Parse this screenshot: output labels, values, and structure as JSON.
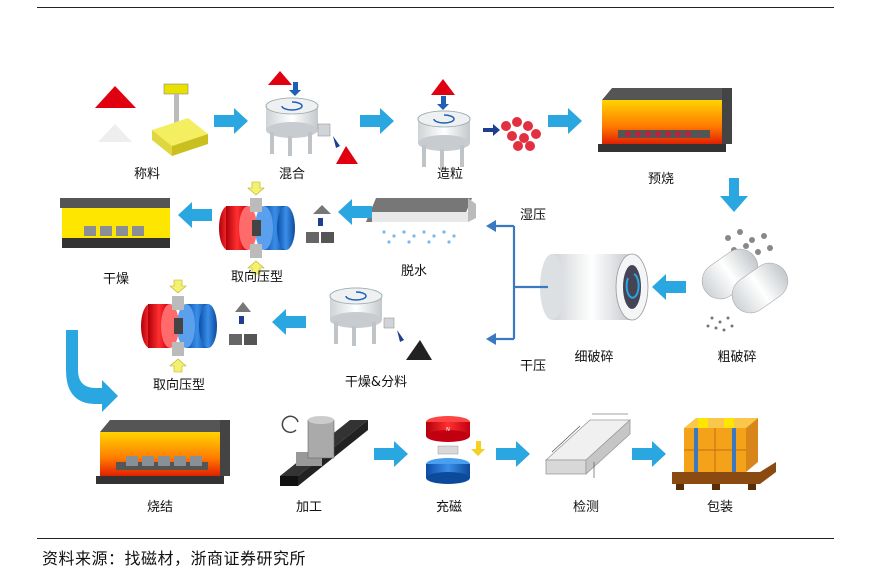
{
  "steps": {
    "weighing": "称料",
    "mixing": "混合",
    "granulation": "造粒",
    "presintering": "预烧",
    "coarse_crushing": "粗破碎",
    "fine_crushing": "细破碎",
    "wet_press": "湿压",
    "dry_press": "干压",
    "dehydration": "脱水",
    "oriented_pressing_1": "取向压型",
    "drying": "干燥",
    "drying_dispersing": "干燥&分料",
    "oriented_pressing_2": "取向压型",
    "sintering": "烧结",
    "machining": "加工",
    "magnetizing": "充磁",
    "inspection": "检测",
    "packaging": "包装"
  },
  "source": "资料来源：找磁材，浙商证券研究所",
  "colors": {
    "arrow": "#2aa6e0",
    "branch_arrow": "#3a78c0",
    "kiln_heat": "#ff6a00"
  }
}
